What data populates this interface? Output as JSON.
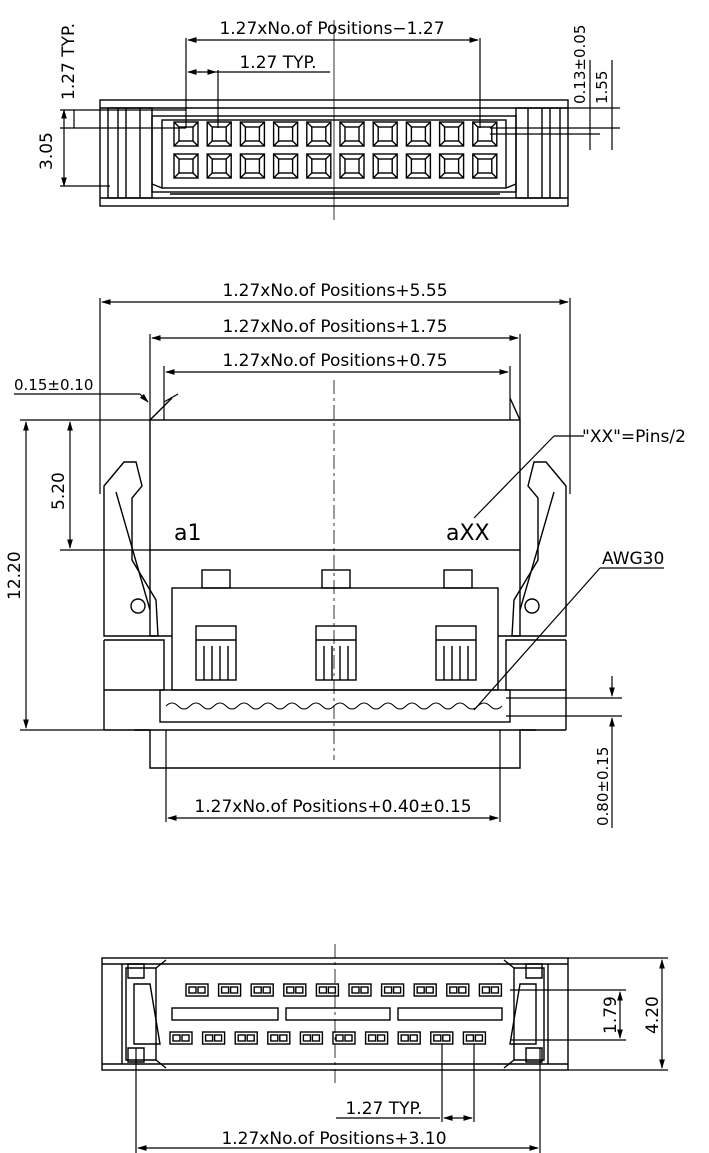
{
  "top_view": {
    "dim_pitch_span": "1.27xNo.of  Positions−1.27",
    "dim_pitch_typ": "1.27  TYP.",
    "dim_left_pitch": "1.27  TYP.",
    "dim_height": "3.05",
    "dim_pin_width": "0.13±0.05",
    "dim_pin_offset": "1.55",
    "pins_per_row": 10,
    "rows": 2
  },
  "front_view": {
    "dim_overall": "1.27xNo.of  Positions+5.55",
    "dim_body": "1.27xNo.of  Positions+1.75",
    "dim_inner": "1.27xNo.of  Positions+0.75",
    "dim_offset": "0.15±0.10",
    "dim_total_height": "12.20",
    "dim_upper_height": "5.20",
    "label_first_pin": "a1",
    "label_last_pin": "aXX",
    "note_xx": "\"XX\"=Pins/2",
    "note_wire": "AWG30",
    "dim_bottom_width": "1.27xNo.of  Positions+0.40±0.15",
    "dim_cable_gap": "0.80±0.15"
  },
  "bottom_view": {
    "dim_row_spacing": "1.79",
    "dim_height": "4.20",
    "dim_pitch_typ": "1.27  TYP.",
    "dim_overall": "1.27xNo.of  Positions+3.10",
    "pins_per_row": 10
  }
}
